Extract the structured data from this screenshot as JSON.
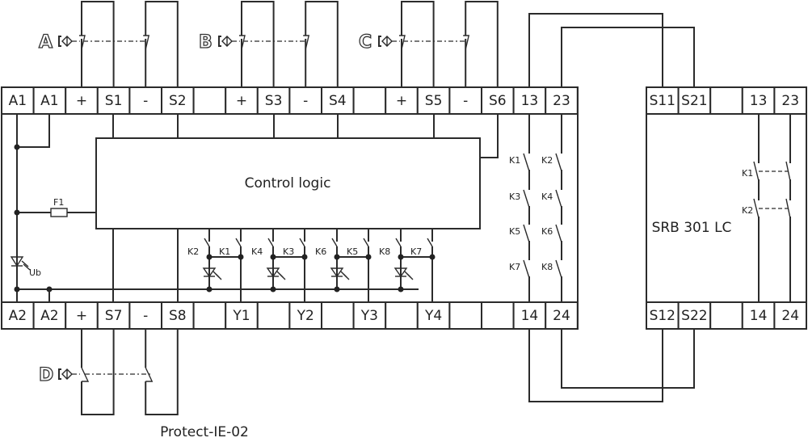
{
  "diagram": {
    "main_module": {
      "title": "Control logic",
      "top_terminals": [
        "A1",
        "A1",
        "+",
        "S1",
        "-",
        "S2",
        "",
        "+",
        "S3",
        "-",
        "S4",
        "",
        "+",
        "S5",
        "-",
        "S6",
        "13",
        "23"
      ],
      "bottom_terminals": [
        "A2",
        "A2",
        "+",
        "S7",
        "-",
        "S8",
        "",
        "Y1",
        "",
        "Y2",
        "",
        "Y3",
        "",
        "Y4",
        "",
        "",
        "14",
        "24"
      ],
      "fuse_label": "F1",
      "power_led_label": "Ub",
      "led_contacts": [
        {
          "left": "K2",
          "right": "K1"
        },
        {
          "left": "K4",
          "right": "K3"
        },
        {
          "left": "K6",
          "right": "K5"
        },
        {
          "left": "K8",
          "right": "K7"
        }
      ],
      "output_contacts": [
        {
          "a": "K1",
          "b": "K2"
        },
        {
          "a": "K3",
          "b": "K4"
        },
        {
          "a": "K5",
          "b": "K6"
        },
        {
          "a": "K7",
          "b": "K8"
        }
      ]
    },
    "sensors": [
      {
        "letter": "A"
      },
      {
        "letter": "B"
      },
      {
        "letter": "C"
      },
      {
        "letter": "D"
      }
    ],
    "secondary_module": {
      "title": "SRB 301 LC",
      "top_terminals": [
        "S11",
        "S21",
        "",
        "13",
        "23"
      ],
      "bottom_terminals": [
        "S12",
        "S22",
        "",
        "14",
        "24"
      ],
      "contacts": [
        "K1",
        "K2"
      ]
    },
    "caption": "Protect-IE-02"
  }
}
